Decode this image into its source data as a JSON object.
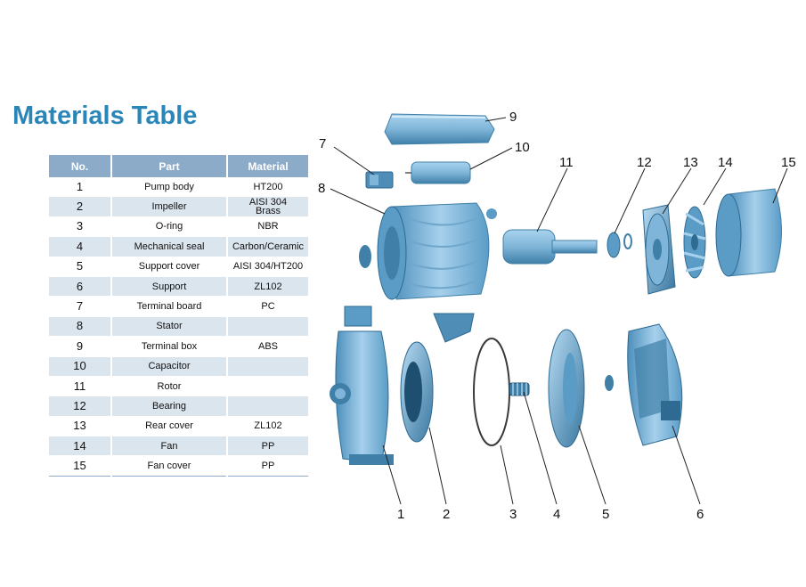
{
  "title": "Materials Table",
  "table": {
    "headers": [
      "No.",
      "Part",
      "Material"
    ],
    "rows": [
      {
        "no": "1",
        "part": "Pump body",
        "material": "HT200"
      },
      {
        "no": "2",
        "part": "Impeller",
        "material": "AISI 304\nBrass"
      },
      {
        "no": "3",
        "part": "O-ring",
        "material": "NBR"
      },
      {
        "no": "4",
        "part": "Mechanical seal",
        "material": "Carbon/Ceramic"
      },
      {
        "no": "5",
        "part": "Support cover",
        "material": "AISI 304/HT200"
      },
      {
        "no": "6",
        "part": "Support",
        "material": "ZL102"
      },
      {
        "no": "7",
        "part": "Terminal board",
        "material": "PC"
      },
      {
        "no": "8",
        "part": "Stator",
        "material": ""
      },
      {
        "no": "9",
        "part": "Terminal box",
        "material": "ABS"
      },
      {
        "no": "10",
        "part": "Capacitor",
        "material": ""
      },
      {
        "no": "11",
        "part": "Rotor",
        "material": ""
      },
      {
        "no": "12",
        "part": "Bearing",
        "material": ""
      },
      {
        "no": "13",
        "part": "Rear cover",
        "material": "ZL102"
      },
      {
        "no": "14",
        "part": "Fan",
        "material": "PP"
      },
      {
        "no": "15",
        "part": "Fan cover",
        "material": "PP"
      }
    ]
  },
  "diagram_labels": {
    "l1": "1",
    "l2": "2",
    "l3": "3",
    "l4": "4",
    "l5": "5",
    "l6": "6",
    "l7": "7",
    "l8": "8",
    "l9": "9",
    "l10": "10",
    "l11": "11",
    "l12": "12",
    "l13": "13",
    "l14": "14",
    "l15": "15"
  },
  "colors": {
    "title": "#2a86b6",
    "header_bg": "#8cabc8",
    "row_alt_bg": "#dbe5ee",
    "part_fill": "#7fb5d8",
    "part_dark": "#3f7fa8"
  }
}
